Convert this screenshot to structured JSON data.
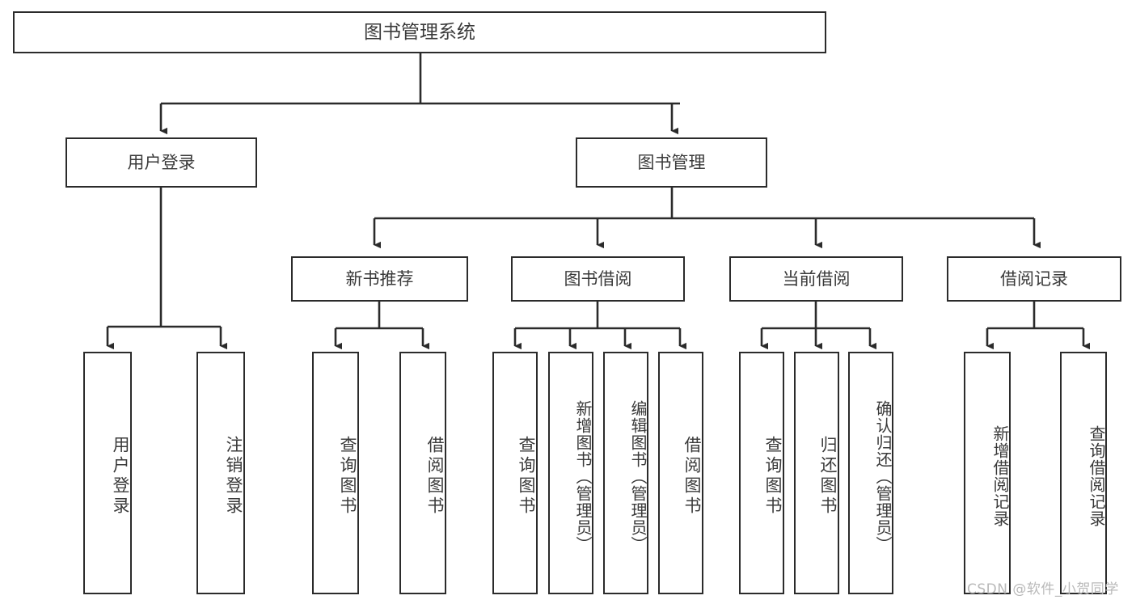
{
  "diagram": {
    "title": "图书管理系统",
    "type": "功能结构图",
    "watermark": "CSDN @软件_小贺同学",
    "colors": {
      "border": "#2b2b2b",
      "text": "#3a3a3a",
      "background": "#ffffff",
      "watermark": "#b9b9b9"
    },
    "root": {
      "label": "图书管理系统"
    },
    "level2": [
      {
        "label": "用户登录"
      },
      {
        "label": "图书管理"
      }
    ],
    "level3": [
      {
        "label": "新书推荐"
      },
      {
        "label": "图书借阅"
      },
      {
        "label": "当前借阅"
      },
      {
        "label": "借阅记录"
      }
    ],
    "leaves": {
      "user_login": [
        {
          "label": "用户登录"
        },
        {
          "label": "注销登录"
        }
      ],
      "new_book_recommend": [
        {
          "label": "查询图书"
        },
        {
          "label": "借阅图书"
        }
      ],
      "book_borrow": [
        {
          "label": "查询图书"
        },
        {
          "label": "新增图书（管理员）"
        },
        {
          "label": "编辑图书（管理员）"
        },
        {
          "label": "借阅图书"
        }
      ],
      "current_borrow": [
        {
          "label": "查询图书"
        },
        {
          "label": "归还图书"
        },
        {
          "label": "确认归还（管理员）"
        }
      ],
      "borrow_record": [
        {
          "label": "新增借阅记录"
        },
        {
          "label": "查询借阅记录"
        }
      ]
    }
  }
}
